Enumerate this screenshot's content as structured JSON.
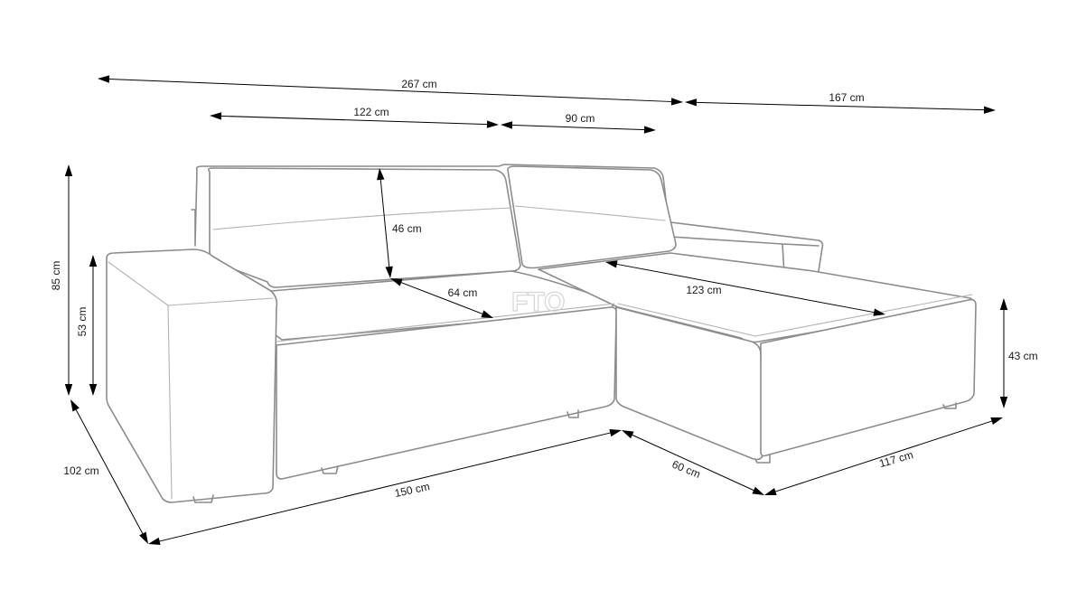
{
  "dimensions": {
    "overall_length": "267 cm",
    "chaise_total_length": "167 cm",
    "backrest_left": "122 cm",
    "backrest_right": "90 cm",
    "total_height": "85 cm",
    "armrest_height": "53 cm",
    "backrest_height": "46 cm",
    "seat_depth": "64 cm",
    "chaise_seat_length": "123 cm",
    "seat_height": "43 cm",
    "overall_depth": "102 cm",
    "front_width": "150 cm",
    "chaise_width": "60 cm",
    "chaise_length": "117 cm"
  },
  "watermark": "FTO"
}
